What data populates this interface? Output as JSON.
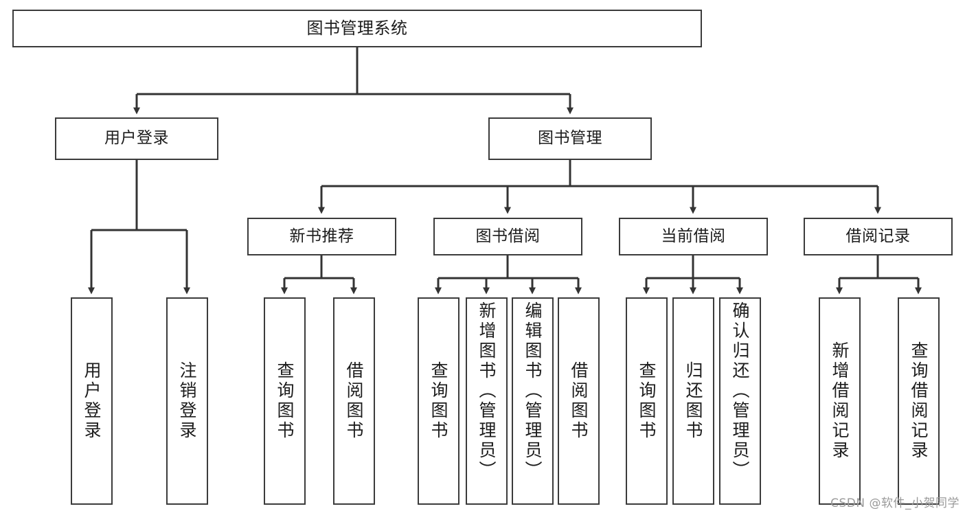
{
  "diagram": {
    "title": "图书管理系统",
    "type": "tree-hierarchy",
    "colors": {
      "box_border": "#3b3b3b",
      "box_fill": "#ffffff",
      "edge": "#333333",
      "text": "#1c1c1c",
      "watermark": "#9a9a9a",
      "background": "#ffffff"
    },
    "root": {
      "label": "图书管理系统"
    },
    "level1": [
      {
        "label": "用户登录"
      },
      {
        "label": "图书管理"
      }
    ],
    "level2": [
      {
        "label": "新书推荐"
      },
      {
        "label": "图书借阅"
      },
      {
        "label": "当前借阅"
      },
      {
        "label": "借阅记录"
      }
    ],
    "leaves": {
      "user_login": [
        {
          "label": "用户登录"
        },
        {
          "label": "注销登录"
        }
      ],
      "new_book_recommend": [
        {
          "label": "查询图书"
        },
        {
          "label": "借阅图书"
        }
      ],
      "book_borrow": [
        {
          "label": "查询图书"
        },
        {
          "label": "新增图书（管理员）"
        },
        {
          "label": "编辑图书（管理员）"
        },
        {
          "label": "借阅图书"
        }
      ],
      "current_borrow": [
        {
          "label": "查询图书"
        },
        {
          "label": "归还图书"
        },
        {
          "label": "确认归还（管理员）"
        }
      ],
      "borrow_records": [
        {
          "label": "新增借阅记录"
        },
        {
          "label": "查询借阅记录"
        }
      ]
    }
  },
  "watermark": {
    "text": "CSDN @软件_小贺同学"
  }
}
